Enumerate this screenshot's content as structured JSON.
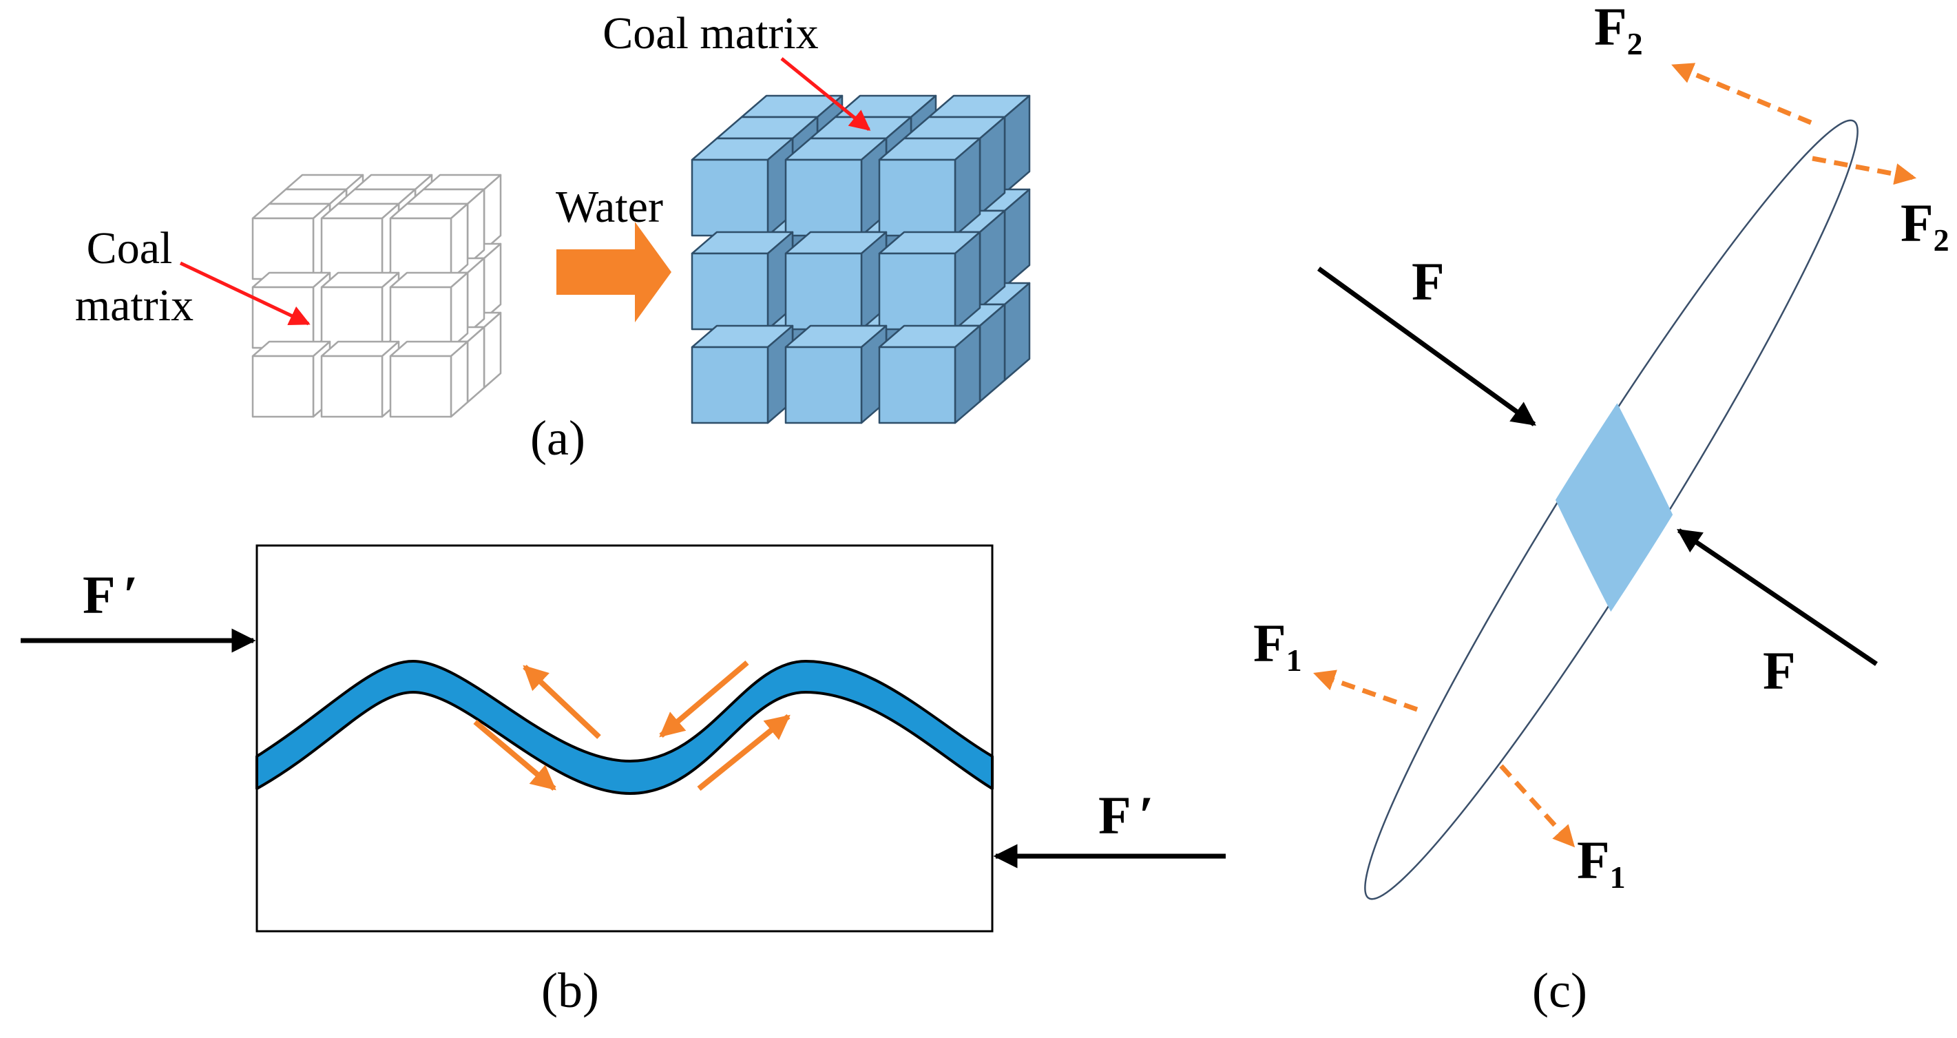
{
  "colors": {
    "dry_cube_face": "#ffffff",
    "dry_cube_edge": "#a6a6a6",
    "wet_cube_front": "#8dc3e8",
    "wet_cube_top": "#9ccdee",
    "wet_cube_side": "#5f90b6",
    "wet_cube_edge": "#2f4f6a",
    "layer_fill": "#1e96d6",
    "lens_fill": "#8dc3e8",
    "pointer_red": "#ff1a1a",
    "orange": "#f5832a",
    "black": "#000000"
  },
  "panel_a": {
    "label_left": "Coal matrix",
    "label_left_line1": "Coal",
    "label_left_line2": "matrix",
    "label_right": "Coal matrix",
    "water_label": "Water",
    "caption": "(a)"
  },
  "panel_b": {
    "force_label": "F",
    "force_prime": "′",
    "caption": "(b)"
  },
  "panel_c": {
    "force_label": "F",
    "f1_base": "F",
    "f1_sub": "1",
    "f2_base": "F",
    "f2_sub": "2",
    "caption": "(c)"
  }
}
